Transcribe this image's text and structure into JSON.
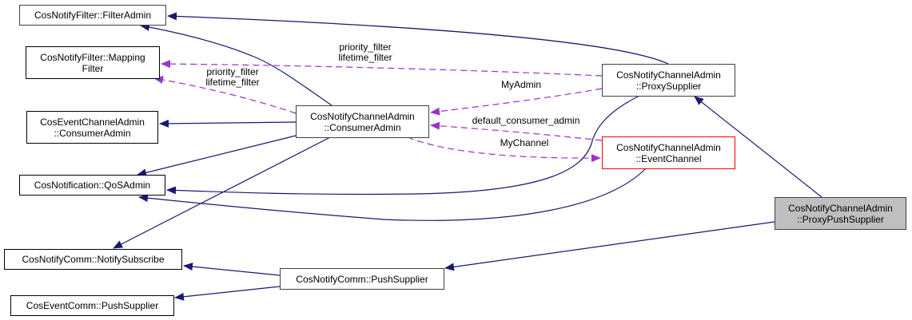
{
  "diagram": {
    "title": "Inheritance / collaboration graph for CosNotifyChannelAdmin::ProxyPushSupplier",
    "colors": {
      "inheritance_edge": "#191970",
      "usage_edge": "#9a32cd",
      "node_border": "#000000",
      "highlight_border": "#ff0000",
      "selected_fill": "#bfbfbf"
    },
    "nodes": {
      "filter_admin": {
        "label": "CosNotifyFilter::FilterAdmin"
      },
      "mapping_filter": {
        "label": "CosNotifyFilter::Mapping\nFilter"
      },
      "event_consumer_admin": {
        "label": "CosEventChannelAdmin\n::ConsumerAdmin"
      },
      "qos_admin": {
        "label": "CosNotification::QoSAdmin"
      },
      "notify_subscribe": {
        "label": "CosNotifyComm::NotifySubscribe"
      },
      "event_push_supplier": {
        "label": "CosEventComm::PushSupplier"
      },
      "notify_consumer_admin": {
        "label": "CosNotifyChannelAdmin\n::ConsumerAdmin"
      },
      "notify_push_supplier": {
        "label": "CosNotifyComm::PushSupplier"
      },
      "proxy_supplier": {
        "label": "CosNotifyChannelAdmin\n::ProxySupplier"
      },
      "event_channel": {
        "label": "CosNotifyChannelAdmin\n::EventChannel"
      },
      "proxy_push_supplier": {
        "label": "CosNotifyChannelAdmin\n::ProxyPushSupplier"
      }
    },
    "edge_labels": {
      "ps_filters": "priority_filter\nlifetime_filter",
      "ca_filters": "priority_filter\nlifetime_filter",
      "my_admin": "MyAdmin",
      "default_consumer_admin": "default_consumer_admin",
      "my_channel": "MyChannel"
    },
    "edges": [
      {
        "from": "proxy_supplier",
        "to": "filter_admin",
        "kind": "inheritance"
      },
      {
        "from": "notify_consumer_admin",
        "to": "filter_admin",
        "kind": "inheritance"
      },
      {
        "from": "proxy_supplier",
        "to": "mapping_filter",
        "kind": "usage",
        "label": "priority_filter, lifetime_filter"
      },
      {
        "from": "notify_consumer_admin",
        "to": "mapping_filter",
        "kind": "usage",
        "label": "priority_filter, lifetime_filter"
      },
      {
        "from": "notify_consumer_admin",
        "to": "event_consumer_admin",
        "kind": "inheritance"
      },
      {
        "from": "notify_consumer_admin",
        "to": "qos_admin",
        "kind": "inheritance"
      },
      {
        "from": "notify_consumer_admin",
        "to": "notify_subscribe",
        "kind": "inheritance"
      },
      {
        "from": "proxy_supplier",
        "to": "notify_consumer_admin",
        "kind": "usage",
        "label": "MyAdmin"
      },
      {
        "from": "event_channel",
        "to": "notify_consumer_admin",
        "kind": "usage",
        "label": "default_consumer_admin"
      },
      {
        "from": "notify_consumer_admin",
        "to": "event_channel",
        "kind": "usage",
        "label": "MyChannel"
      },
      {
        "from": "proxy_supplier",
        "to": "qos_admin",
        "kind": "inheritance"
      },
      {
        "from": "event_channel",
        "to": "qos_admin",
        "kind": "inheritance"
      },
      {
        "from": "proxy_push_supplier",
        "to": "proxy_supplier",
        "kind": "inheritance"
      },
      {
        "from": "proxy_push_supplier",
        "to": "notify_push_supplier",
        "kind": "inheritance"
      },
      {
        "from": "notify_push_supplier",
        "to": "notify_subscribe",
        "kind": "inheritance"
      },
      {
        "from": "notify_push_supplier",
        "to": "event_push_supplier",
        "kind": "inheritance"
      }
    ]
  }
}
